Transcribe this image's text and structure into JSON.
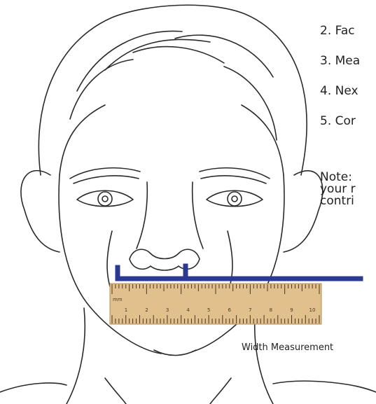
{
  "instructions": {
    "steps": [
      {
        "number": "2.",
        "text": "Fac"
      },
      {
        "number": "3.",
        "text": "Mea"
      },
      {
        "number": "4.",
        "text": "Nex"
      },
      {
        "number": "5.",
        "text": "Cor"
      }
    ],
    "note_lines": [
      "Note:",
      "your r",
      "contri"
    ]
  },
  "illustration": {
    "caption": "Width Measurement",
    "ruler_unit_label": "mm",
    "ruler_numbers_top": [
      "1",
      "2",
      "3",
      "4",
      "5",
      "6",
      "7",
      "8",
      "9",
      "10"
    ],
    "marker_color": "#2b3990",
    "ruler_color": "#e2c08d"
  }
}
